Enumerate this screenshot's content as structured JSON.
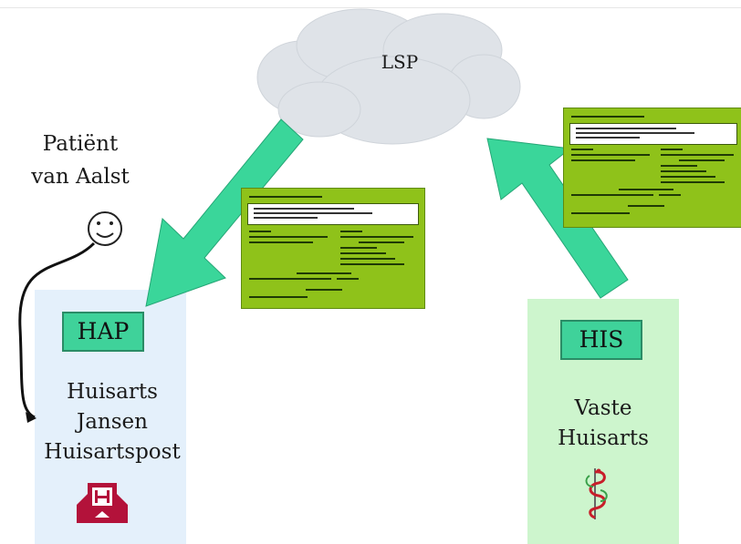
{
  "cloud": {
    "label": "LSP"
  },
  "patient": {
    "line1": "Patiënt",
    "line2": "van Aalst"
  },
  "left": {
    "tag": "HAP",
    "line1": "Huisarts",
    "line2": "Jansen",
    "line3": "Huisartspost",
    "logo_icon": "hospital-building-icon"
  },
  "right": {
    "tag": "HIS",
    "line1": "Vaste",
    "line2": "Huisarts",
    "logo_icon": "caduceus-icon"
  },
  "colors": {
    "arrow": "#3ad69a",
    "document": "#8fc21a",
    "tag": "#3fd29a",
    "left_panel": "#e4f0fb",
    "right_panel": "#cdf5cd"
  }
}
